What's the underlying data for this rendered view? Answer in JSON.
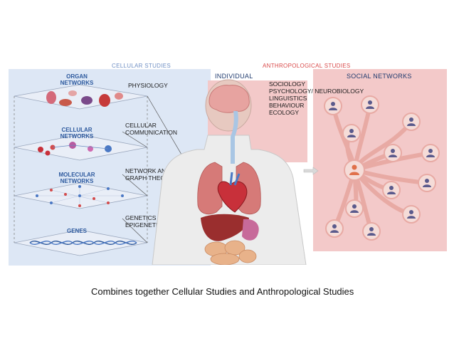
{
  "header": {
    "cellular_studies": "CELLULAR STUDIES",
    "anthropological_studies": "ANTHROPOLOGICAL STUDIES",
    "individual": "INDIVIDUAL",
    "social_networks": "SOCIAL NETWORKS"
  },
  "layers": {
    "organ_1": "ORGAN",
    "organ_2": "NETWORKS",
    "cellular_1": "CELLULAR",
    "cellular_2": "NETWORKS",
    "molecular_1": "MOLECULAR",
    "molecular_2": "NETWORKS",
    "genes": "GENES"
  },
  "cellular_labels": {
    "physiology": "PHYSIOLOGY",
    "cellular": "CELLULAR",
    "communication": "COMMUNICATION",
    "network_analysis": "NETWORK ANALYSIS",
    "graph_theory": "GRAPH THEORY",
    "genetics": "GENETICS",
    "epigenetics": "EPIGENETICS"
  },
  "anthro_labels": {
    "sociology": "SOCIOLOGY",
    "psychology": "PSYCHOLOGY/ NEUROBIOLOGY",
    "linguistics": "LINGUISTICS",
    "behaviour": "BEHAVIOUR",
    "ecology": "ECOLOGY"
  },
  "caption": "Combines together Cellular Studies and Anthropological Studies",
  "colors": {
    "cellular_panel": "#dde7f5",
    "anthro_panel": "#f3c9c9",
    "header_blue": "#6f8fc4",
    "header_red": "#d94a4a",
    "node_outer": "#f5dcd8",
    "node_inner": "#ffffff",
    "person": "#5a5a8c",
    "center_person": "#e0704a",
    "branch": "#e8aaa4"
  }
}
